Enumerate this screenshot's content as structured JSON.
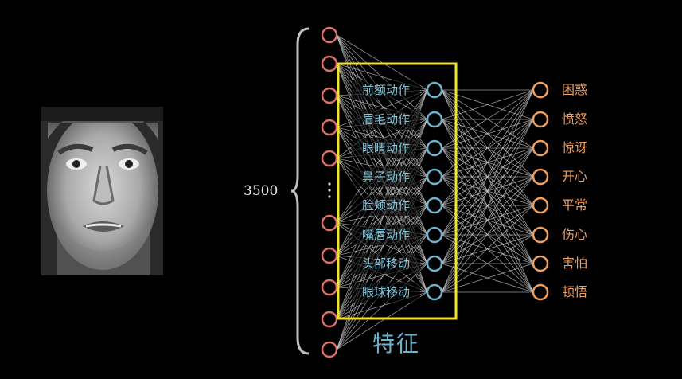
{
  "input_count_label": "3500",
  "feature_caption": "特征",
  "features": [
    "前额动作",
    "眉毛动作",
    "眼睛动作",
    "鼻子动作",
    "脸颊动作",
    "嘴唇动作",
    "头部移动",
    "眼球移动"
  ],
  "emotions": [
    "困惑",
    "愤怒",
    "惊讶",
    "开心",
    "平常",
    "伤心",
    "害怕",
    "顿悟"
  ],
  "colors": {
    "input_node": "#e0706a",
    "feature_node": "#6fb3cf",
    "output_node": "#f0a060",
    "feature_box": "#f2e32c",
    "edge": "#c8c8c8",
    "brace": "#bfbfbf"
  },
  "icons": {
    "face_photo": "grayscale-face-photo-icon"
  }
}
